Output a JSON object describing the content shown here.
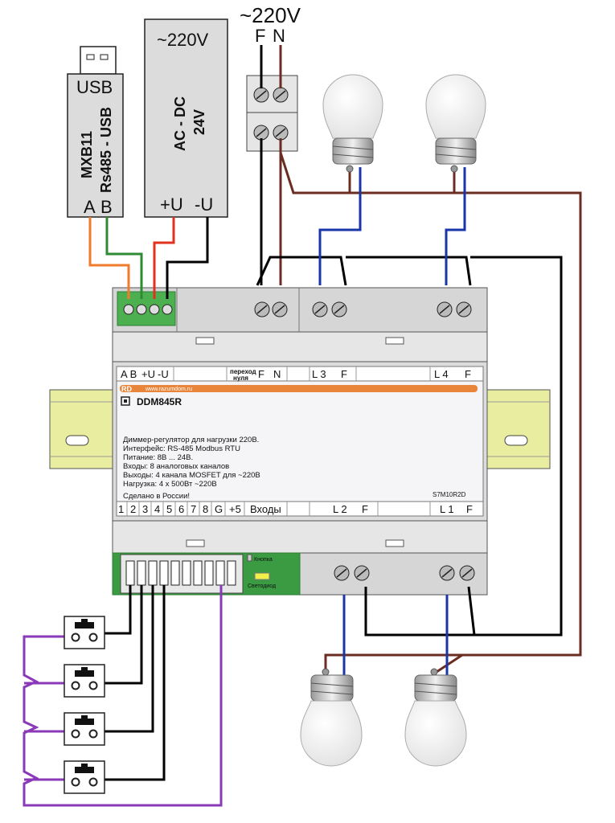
{
  "mains": {
    "voltage": "~220V",
    "phase": "F",
    "neutral": "N"
  },
  "usb_adapter": {
    "port_label": "USB",
    "model": "MXB11",
    "type": "Rs485 - USB",
    "pin_a": "A",
    "pin_b": "B"
  },
  "power_supply": {
    "input": "~220V",
    "type": "AC - DC",
    "output": "24V",
    "plus": "+U",
    "minus": "-U"
  },
  "device": {
    "brand": "RD",
    "website": "www.razumdom.ru",
    "model": "DDM845R",
    "description": [
      "Диммер-регулятор для нагрузки 220В.",
      "Интерфейс: RS-485 Modbus RTU",
      "Питание: 8В ... 24В.",
      "Входы: 8 аналоговых каналов",
      "Выходы: 4 канала MOSFET для ~220В",
      "Нагрузка: 4 x 500Вт ~220В"
    ],
    "made_in": "Сделано в России!",
    "serial": "S7M10R2D",
    "top_strip": {
      "ab": "A B",
      "pu": "+U",
      "mu": "-U",
      "jumper_line1": "переход",
      "jumper_line2": "нуля",
      "f": "F",
      "n": "N",
      "l3": "L 3",
      "f3": "F",
      "l4": "L 4",
      "f4": "F"
    },
    "bottom_strip": {
      "inputs": [
        "1",
        "2",
        "3",
        "4",
        "5",
        "6",
        "7",
        "8"
      ],
      "g": "G",
      "p5": "+5",
      "label": "Входы",
      "l2": "L 2",
      "f2": "F",
      "l1": "L 1",
      "f1": "F"
    },
    "button_label": "Кнопка",
    "led_label": "Светодиод"
  },
  "colors": {
    "brown": "#6b2c21",
    "black": "#000000",
    "blue": "#1a35a8",
    "orange": "#f07b2a",
    "green": "#2e8b34",
    "red": "#e0321e",
    "purple": "#8a3ab8",
    "orange_bar": "#e8853a",
    "terminal_green": "#4caf50",
    "rail": "#e8eda0"
  },
  "icons": [
    "usb-connector-icon",
    "bulb-icon",
    "push-button-icon",
    "screw-terminal-icon",
    "din-rail-icon",
    "rd-logo-icon"
  ]
}
